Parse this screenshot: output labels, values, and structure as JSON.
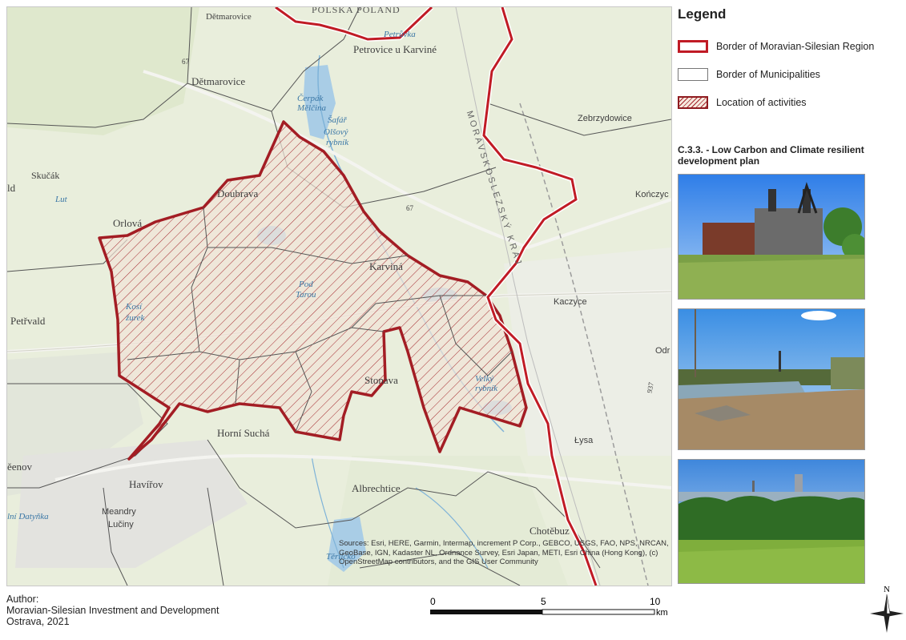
{
  "legend": {
    "title": "Legend",
    "items": [
      {
        "label": "Border of Moravian-Silesian Region",
        "color": "#c01b25"
      },
      {
        "label": "Border of Municipalities",
        "color": "#777777"
      },
      {
        "label": "Location of activities",
        "color": "#8f1b20"
      }
    ]
  },
  "plan": {
    "title_line1": "C.3.3. - Low Carbon and Climate resilient",
    "title_line2": "development plan",
    "photos": [
      {
        "subject": "colliery-building-photo"
      },
      {
        "subject": "mining-lake-photo"
      },
      {
        "subject": "green-meadow-city-photo"
      }
    ]
  },
  "map": {
    "places": {
      "detmarovice_top": "Dětmarovice",
      "poland": "POLSKA POLAND",
      "petrovka": "Petrůvka",
      "petrovice": "Petrovice u Karviné",
      "detmarovice": "Dětmarovice",
      "cerpak": "Čerpák",
      "melcina": "Mělčina",
      "safar": "Šafář",
      "olsovy": "Olšový",
      "rybnik": "rybník",
      "zebrzydowice": "Zebrzydowice",
      "region": "MORAVSKOSLEZSKÝ KRAJ",
      "skucak": "Skučák",
      "ld": "ld",
      "lut": "Lut",
      "doubrava": "Doubrava",
      "konczyce": "Kończyc",
      "road67a": "67",
      "road67b": "67",
      "orlova": "Orlová",
      "karvina": "Karviná",
      "pod": "Pod",
      "tarou": "Tarou",
      "kaczyce": "Kaczyce",
      "petrvald": "Petřvald",
      "kosi": "Kosí",
      "zurek": "žurek",
      "odr": "Odr",
      "stonava": "Stonava",
      "velky": "Velký",
      "rybnik2": "rybník",
      "road937": "937",
      "lysa": "Łysa",
      "horni_sucha": "Horní Suchá",
      "henov": "ěenov",
      "havirov": "Havířov",
      "albrechtice": "Albrechtice",
      "meandry": "Meandry",
      "lucny": "Lučiny",
      "datyňka": "lní Datyňka",
      "chotebuz": "Chotěbuz",
      "terlicko": "Těrlicko"
    },
    "sources": "Sources: Esri, HERE, Garmin, Intermap, increment P Corp., GEBCO, USGS, FAO, NPS, NRCAN, GeoBase, IGN, Kadaster NL, Ordnance Survey, Esri Japan, METI, Esri China (Hong Kong), (c) OpenStreetMap contributors, and the GIS User Community"
  },
  "author": {
    "line1": "Author:",
    "line2": "Moravian-Silesian Investment and Development",
    "line3": "Ostrava, 2021"
  },
  "scale": {
    "ticks": [
      "0",
      "5",
      "10"
    ],
    "unit": "km"
  },
  "north": {
    "label": "N"
  }
}
